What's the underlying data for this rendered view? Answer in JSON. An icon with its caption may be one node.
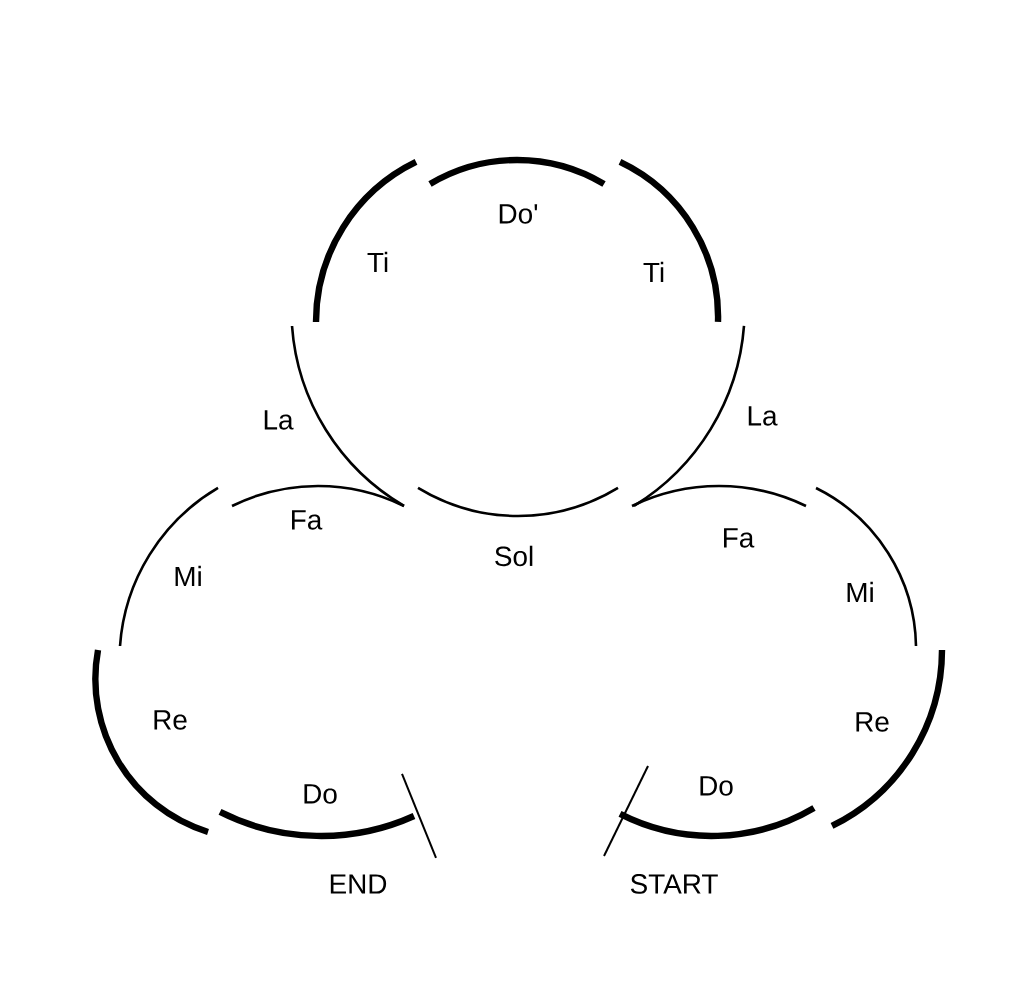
{
  "diagram": {
    "labels": [
      "Do'",
      "Ti",
      "Ti",
      "La",
      "La",
      "Fa",
      "Sol",
      "Fa",
      "Mi",
      "Mi",
      "Re",
      "Re",
      "Do",
      "Do",
      "END",
      "START"
    ]
  }
}
